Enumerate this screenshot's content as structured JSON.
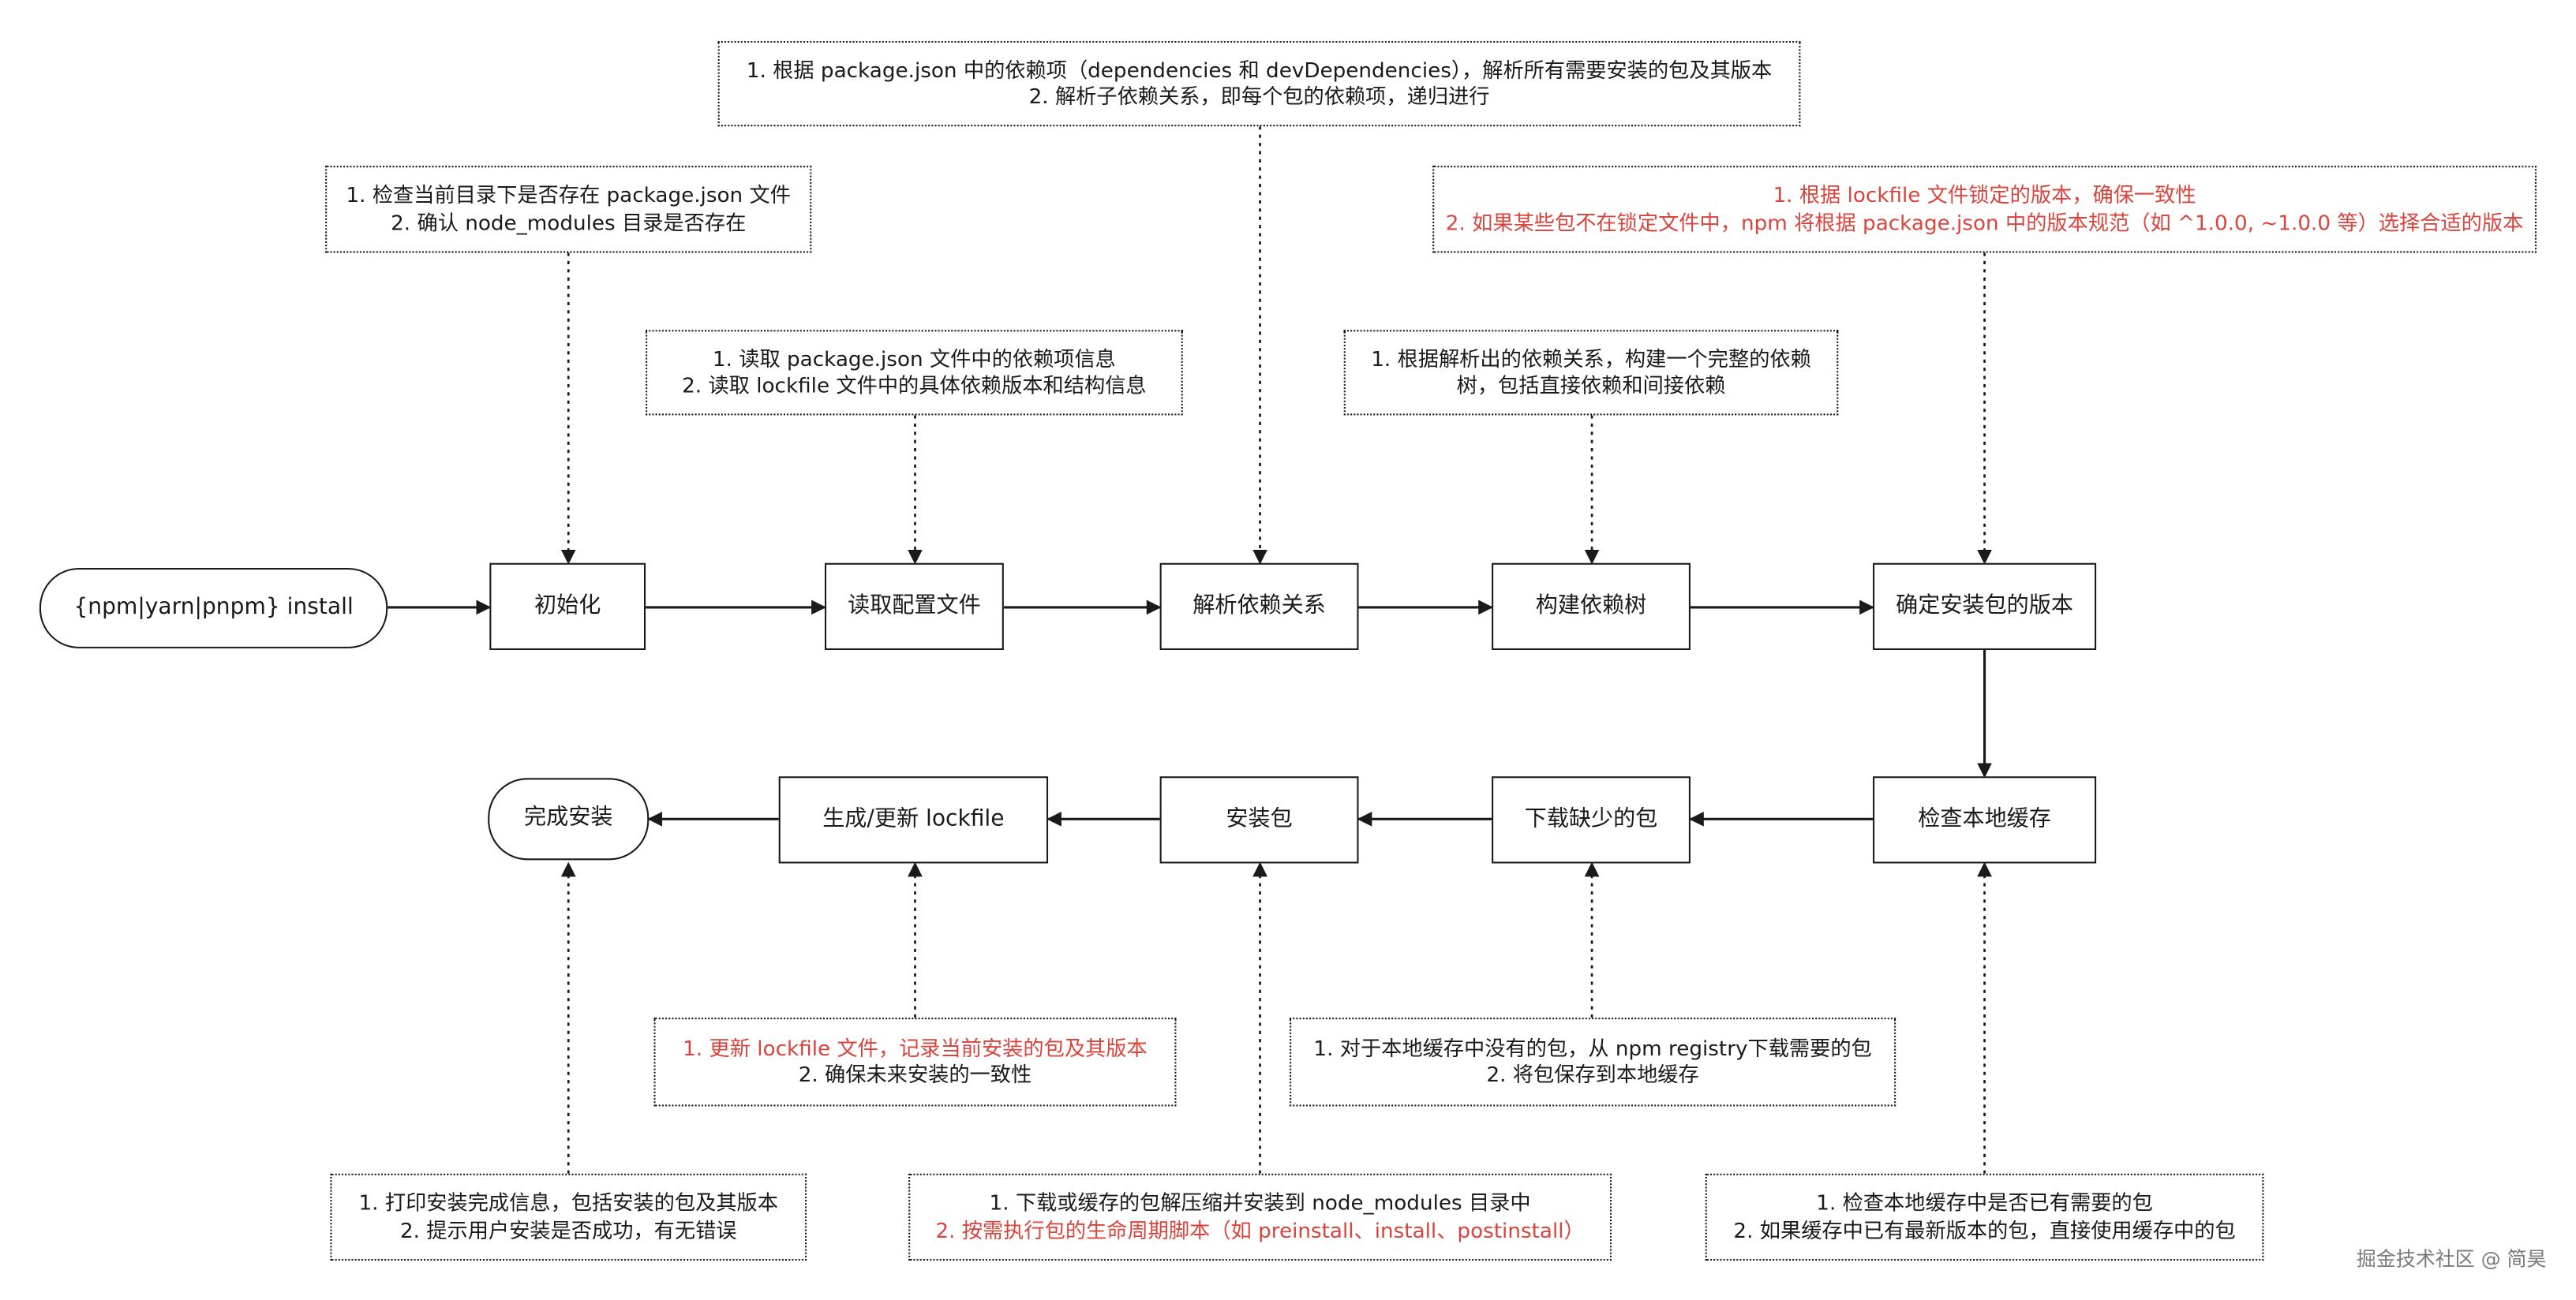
{
  "diagram": {
    "start": "{npm|yarn|pnpm} install",
    "end": "完成安装",
    "steps": {
      "init": "初始化",
      "read_config": "读取配置文件",
      "parse_deps": "解析依赖关系",
      "build_tree": "构建依赖树",
      "determine_versions": "确定安装包的版本",
      "check_cache": "检查本地缓存",
      "download_missing": "下载缺少的包",
      "install_packages": "安装包",
      "update_lockfile": "生成/更新 lockfile"
    },
    "notes": {
      "init": [
        "1. 检查当前目录下是否存在 package.json 文件",
        "2. 确认 node_modules 目录是否存在"
      ],
      "read_config": [
        "1. 读取 package.json 文件中的依赖项信息",
        "2. 读取 lockfile 文件中的具体依赖版本和结构信息"
      ],
      "parse_deps": [
        "1. 根据 package.json 中的依赖项（dependencies 和 devDependencies），解析所有需要安装的包及其版本",
        "2. 解析子依赖关系，即每个包的依赖项，递归进行"
      ],
      "build_tree": [
        "1. 根据解析出的依赖关系，构建一个完整的依赖",
        "树，包括直接依赖和间接依赖"
      ],
      "determine_versions": [
        "1. 根据 lockfile 文件锁定的版本，确保一致性",
        "2. 如果某些包不在锁定文件中，npm 将根据 package.json 中的版本规范（如 ^1.0.0, ~1.0.0 等）选择合适的版本"
      ],
      "check_cache": [
        "1. 检查本地缓存中是否已有需要的包",
        "2. 如果缓存中已有最新版本的包，直接使用缓存中的包"
      ],
      "download_missing": [
        "1. 对于本地缓存中没有的包，从 npm registry下载需要的包",
        "2. 将包保存到本地缓存"
      ],
      "install_packages": [
        "1. 下载或缓存的包解压缩并安装到 node_modules 目录中",
        "2. 按需执行包的生命周期脚本（如 preinstall、install、postinstall）"
      ],
      "update_lockfile": [
        "1. 更新 lockfile 文件，记录当前安装的包及其版本",
        "2. 确保未来安装的一致性"
      ],
      "finish": [
        "1. 打印安装完成信息，包括安装的包及其版本",
        "2. 提示用户安装是否成功，有无错误"
      ]
    },
    "watermark": "掘金技术社区 @ 简昊",
    "colors": {
      "line": "#1a1a1a",
      "highlight_text": "#d9443c"
    }
  }
}
